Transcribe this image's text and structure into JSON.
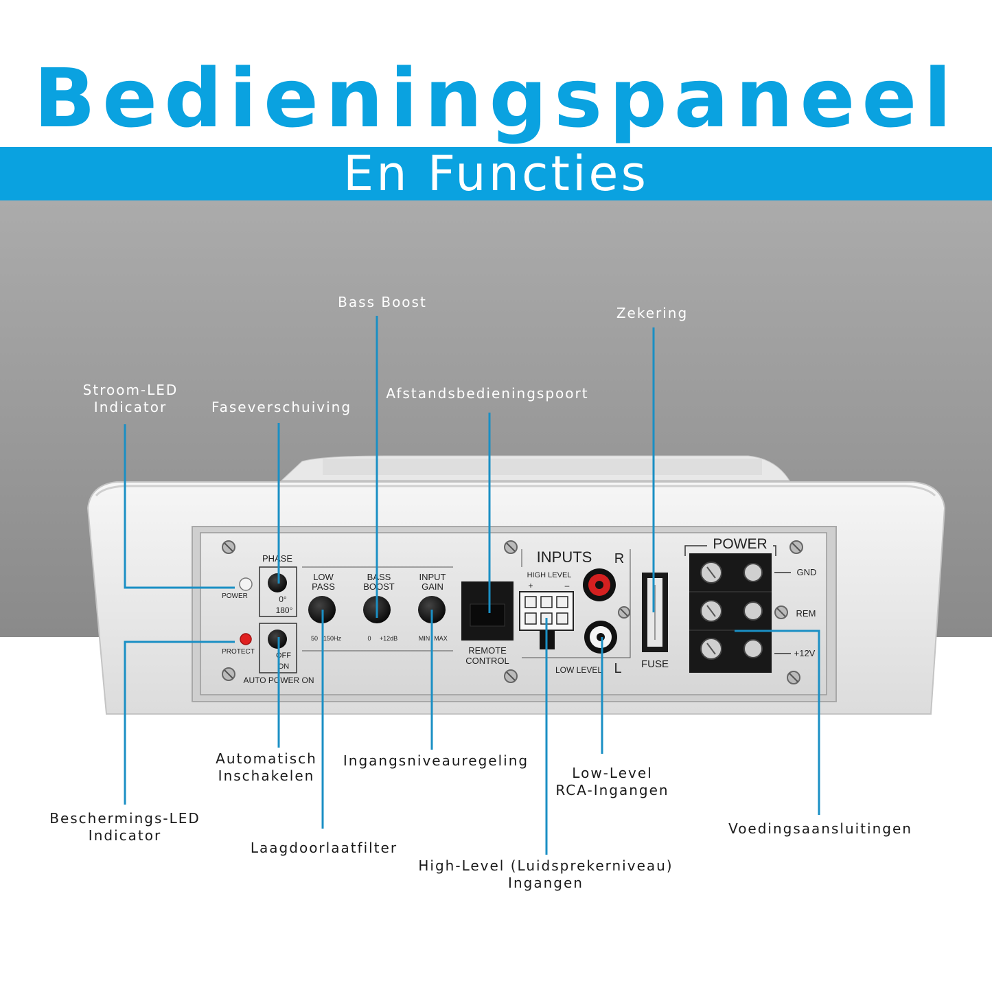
{
  "header": {
    "title": "Bedieningspaneel",
    "subtitle": "En Functies"
  },
  "panel": {
    "phase": {
      "label": "PHASE",
      "opt_a": "0°",
      "opt_b": "180°"
    },
    "power_led": "POWER",
    "protect_led": "PROTECT",
    "auto_power": {
      "opt_a": "OFF",
      "opt_b": "ON",
      "label": "AUTO POWER ON"
    },
    "low_pass": {
      "label_1": "LOW",
      "label_2": "PASS",
      "min": "50",
      "max": "150Hz"
    },
    "bass_boost": {
      "label_1": "BASS",
      "label_2": "BOOST",
      "min": "0",
      "max": "+12dB"
    },
    "input_gain": {
      "label_1": "INPUT",
      "label_2": "GAIN",
      "min": "MIN",
      "max": "MAX"
    },
    "remote": {
      "label_1": "REMOTE",
      "label_2": "CONTROL"
    },
    "inputs": {
      "label": "INPUTS",
      "high_level": "HIGH LEVEL",
      "plus": "+",
      "minus": "–",
      "r": "R",
      "l": "L",
      "low_level": "LOW LEVEL"
    },
    "fuse": "FUSE",
    "power": {
      "label": "POWER",
      "gnd": "GND",
      "rem": "REM",
      "v12": "+12V"
    }
  },
  "callouts": {
    "stroom_led_1": "Stroom-LED",
    "stroom_led_2": "Indicator",
    "faseverschuiving": "Faseverschuiving",
    "bass_boost": "Bass Boost",
    "afstandsbediening": "Afstandsbedieningspoort",
    "zekering": "Zekering",
    "auto_1": "Automatisch",
    "auto_2": "Inschakelen",
    "ingang": "Ingangsniveauregeling",
    "low_level_1": "Low-Level",
    "low_level_2": "RCA-Ingangen",
    "bescherming_1": "Beschermings-LED",
    "bescherming_2": "Indicator",
    "laagdoorlaat": "Laagdoorlaatfilter",
    "high_level_1": "High-Level (Luidsprekerniveau)",
    "high_level_2": "Ingangen",
    "voeding": "Voedingsaansluitingen"
  },
  "colors": {
    "accent": "#0aa2e0",
    "callout_line": "#1a8fc4",
    "led_red": "#e02020"
  }
}
